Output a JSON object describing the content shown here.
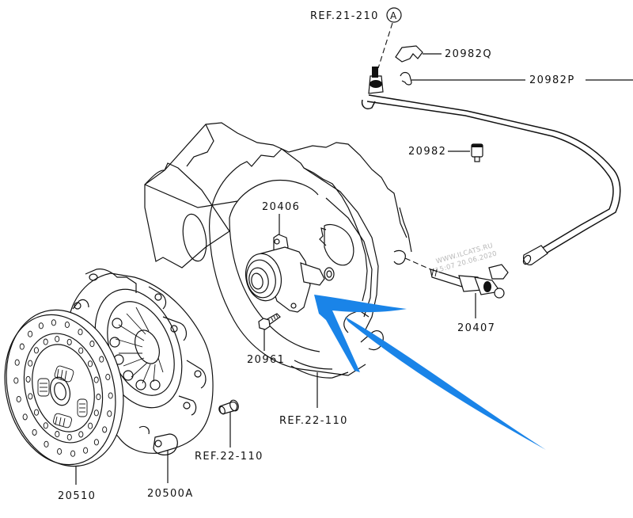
{
  "diagram": {
    "title": "Clutch release system parts diagram",
    "watermark": {
      "line1": "WWW.ILCATS.RU",
      "line2": "15:07 20.06.2020"
    },
    "ref_marker": {
      "text": "REF.21-210",
      "circle_letter": "A"
    },
    "callouts": {
      "p20982Q": "20982Q",
      "p20982P": "20982P",
      "p20982": "20982",
      "p20406": "20406",
      "p20407": "20407",
      "p20961": "20961",
      "ref_housing": "REF.22-110",
      "ref_dowel": "REF.22-110",
      "p20510": "20510",
      "p20500A": "20500A"
    },
    "annotation": {
      "type": "hand-drawn arrow",
      "color": "#1a84e8",
      "points_to": "20406"
    }
  }
}
